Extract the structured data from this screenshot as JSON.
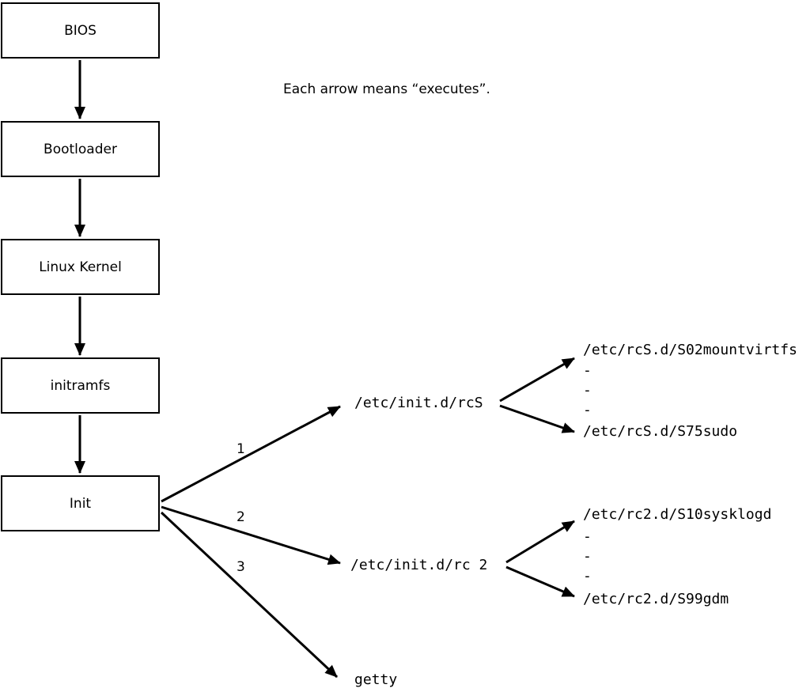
{
  "diagram": {
    "note": "Each arrow means “executes”.",
    "chain": [
      {
        "label": "BIOS"
      },
      {
        "label": "Bootloader"
      },
      {
        "label": "Linux Kernel"
      },
      {
        "label": "initramfs"
      },
      {
        "label": "Init"
      }
    ],
    "arrow_labels": {
      "one": "1",
      "two": "2",
      "three": "3"
    },
    "targets": {
      "rcS": "/etc/init.d/rcS",
      "rc2": "/etc/init.d/rc 2",
      "getty": "getty"
    },
    "rcS_children": {
      "first": "/etc/rcS.d/S02mountvirtfs",
      "last": "/etc/rcS.d/S75sudo"
    },
    "rc2_children": {
      "first": "/etc/rc2.d/S10sysklogd",
      "last": "/etc/rc2.d/S99gdm"
    },
    "ellipsis_dash": "-",
    "colors": {
      "stroke": "#000000",
      "background": "#ffffff"
    }
  }
}
